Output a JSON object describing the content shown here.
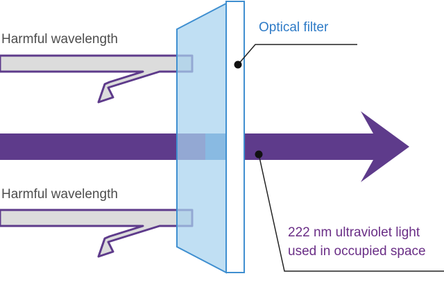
{
  "labels": {
    "harmful_top": "Harmful wavelength",
    "harmful_bottom": "Harmful wavelength",
    "optical_filter": "Optical filter",
    "uv_line1": "222 nm ultraviolet light",
    "uv_line2": "used in occupied space"
  },
  "colors": {
    "uv_beam": "#5e3b8b",
    "harmful_beam_fill": "#dcdcdc",
    "harmful_beam_edge": "#5e3b8b",
    "filter_glass": "#a7d3ee",
    "filter_edge": "#3f8fd0",
    "filter_frame": "#ffffff",
    "harmful_text": "#4d4d4d",
    "filter_text": "#2e7bc7",
    "uv_text": "#6a2e86"
  }
}
